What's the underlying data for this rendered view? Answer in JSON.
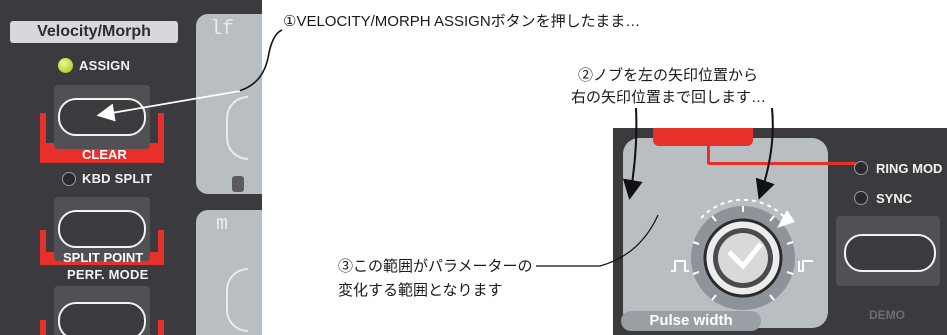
{
  "left_panel": {
    "title": "Velocity/Morph",
    "side_tab_top": "lf",
    "side_tab_bottom": "m",
    "assign_label": "ASSIGN",
    "clear_label": "CLEAR",
    "kbd_split_label": "KBD SPLIT",
    "split_point_label": "SPLIT POINT",
    "perf_mode_label": "PERF. MODE"
  },
  "right_panel": {
    "ring_mod_label": "RING MOD",
    "sync_label": "SYNC",
    "demo_label": "DEMO",
    "knob_label": "Pulse width"
  },
  "annotations": {
    "step1": "①VELOCITY/MORPH ASSIGNボタンを押したまま…",
    "step2_line1": "②ノブを左の矢印位置から",
    "step2_line2": "右の矢印位置まで回します…",
    "step3_line1": "③この範囲がパラメーターの",
    "step3_line2": "変化する範囲となります"
  },
  "colors": {
    "panel": "#3b3b3f",
    "accent_red": "#e8302a",
    "led_green": "#b7dc3a"
  }
}
